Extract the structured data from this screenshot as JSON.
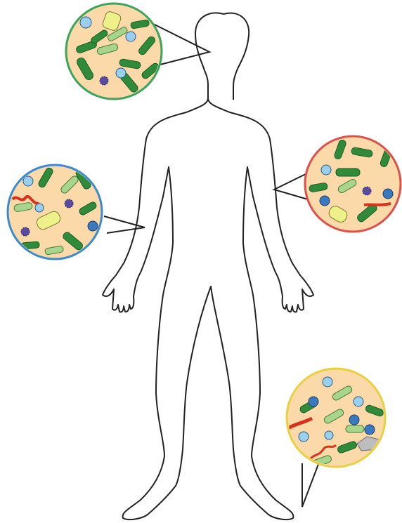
{
  "diagram": {
    "subject": "human-body-outline",
    "colors": {
      "background": "#ffffff",
      "outline": "#222222",
      "circle_fill": "#fbd9a8",
      "bacteria_dark_green": "#2f8b3a",
      "bacteria_light_green": "#a8d58c",
      "bacteria_yellow": "#eef08a",
      "cocci_blue": "#3a78c0",
      "cocci_light_blue": "#9ad0ee",
      "spirochete_red": "#d8321e",
      "virus_purple": "#5a4aa0",
      "grey_particle": "#bdbdbd"
    },
    "callouts": [
      {
        "id": "head",
        "border_color": "#3aa55a"
      },
      {
        "id": "left-elbow",
        "border_color": "#3a8ad0"
      },
      {
        "id": "right-elbow",
        "border_color": "#e0504a"
      },
      {
        "id": "foot",
        "border_color": "#e8d040"
      }
    ]
  }
}
